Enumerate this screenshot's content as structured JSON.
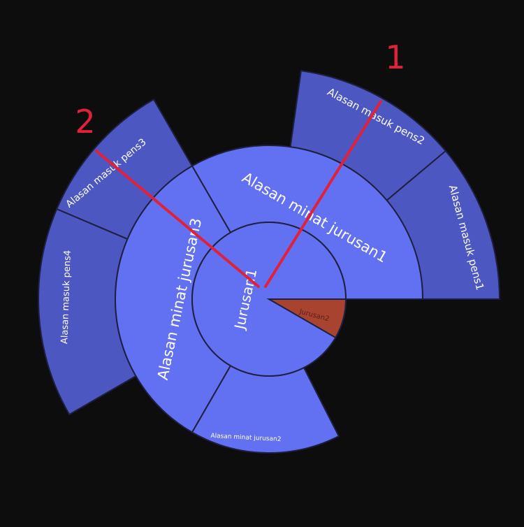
{
  "colors": {
    "background": "#0d0d0d",
    "center": "#6271f2",
    "ring2": "#6271f2",
    "ring3": "#4d57c2",
    "highlight": "#a8432f",
    "segment_border": "#1d2040",
    "label_text": "#ffffff",
    "highlight_text": "#5a2016",
    "annotation": "#e0213a"
  },
  "center_label": "Jurusan1",
  "highlight_label": "Jurusan2",
  "ring2": [
    {
      "id": "minat1",
      "label": "Alasan minat jurusan1",
      "start_deg": 0,
      "end_deg": 120
    },
    {
      "id": "minat3",
      "label": "Alasan minat jurusan3",
      "start_deg": 120,
      "end_deg": 240
    },
    {
      "id": "minat2",
      "label": "Alasan minat jurusan2",
      "start_deg": 240,
      "end_deg": 297
    }
  ],
  "ring3": [
    {
      "id": "pens1",
      "label": "Alasan masuk pens1",
      "start_deg": 0,
      "end_deg": 40
    },
    {
      "id": "pens2",
      "label": "Alasan masuk pens2",
      "start_deg": 40,
      "end_deg": 82
    },
    {
      "id": "pens3",
      "label": "Alasan masuk pens3",
      "start_deg": 120,
      "end_deg": 157
    },
    {
      "id": "pens4",
      "label": "Alasan masuk pens4",
      "start_deg": 157,
      "end_deg": 210
    }
  ],
  "highlight_segment": {
    "start_deg": 330,
    "end_deg": 360
  },
  "annotations": [
    {
      "id": "one",
      "text": "1"
    },
    {
      "id": "two",
      "text": "2"
    }
  ]
}
